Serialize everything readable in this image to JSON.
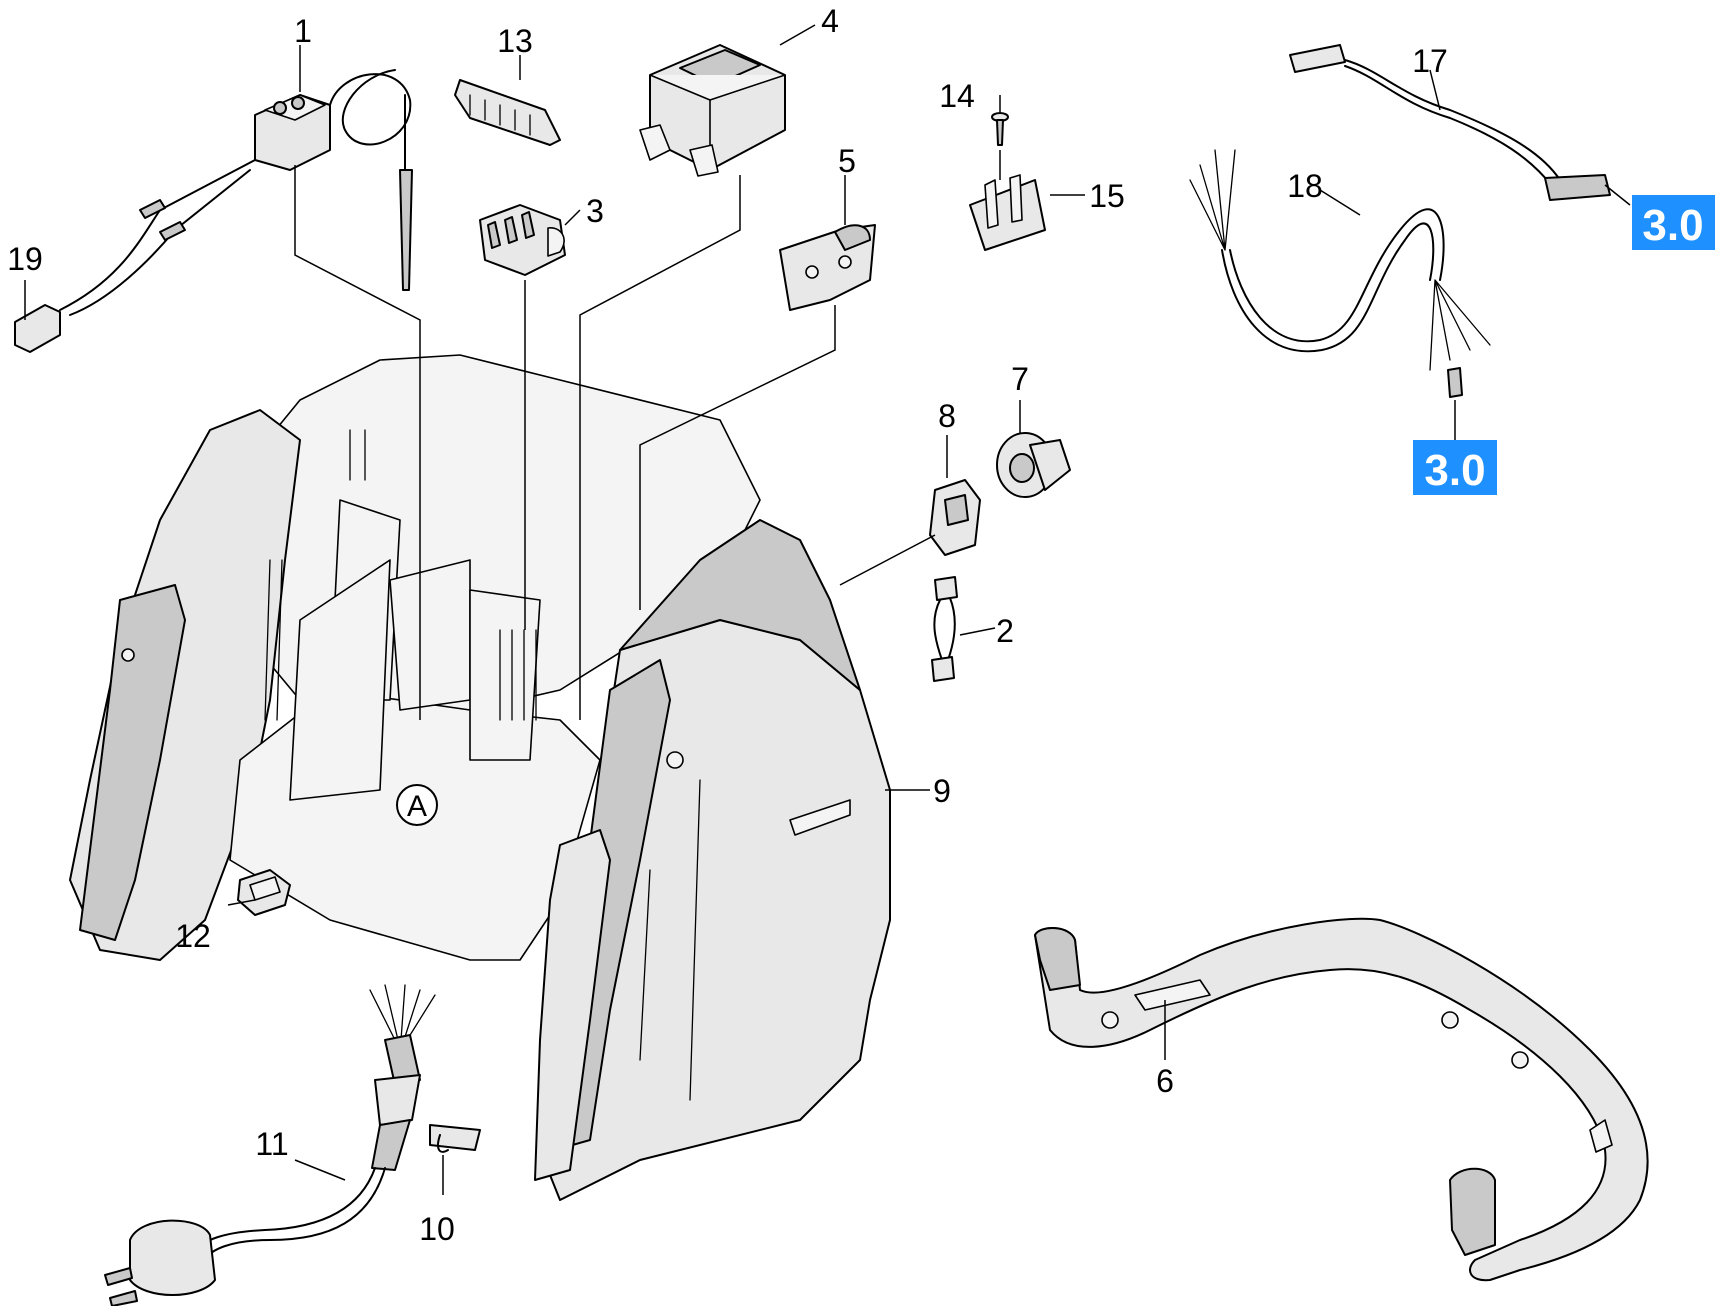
{
  "callouts": {
    "c1": "1",
    "c2": "2",
    "c3": "3",
    "c4": "4",
    "c5": "5",
    "c6": "6",
    "c7": "7",
    "c8": "8",
    "c9": "9",
    "c10": "10",
    "c11": "11",
    "c12": "12",
    "c13": "13",
    "c14": "14",
    "c15": "15",
    "c17": "17",
    "c18": "18",
    "c19": "19"
  },
  "section_marker": "A",
  "cross_refs": {
    "ref_17": "3.0",
    "ref_18": "3.0"
  },
  "colors": {
    "cross_ref_background": "#1e90ff",
    "cross_ref_text": "#ffffff",
    "line_art": "#000000"
  }
}
